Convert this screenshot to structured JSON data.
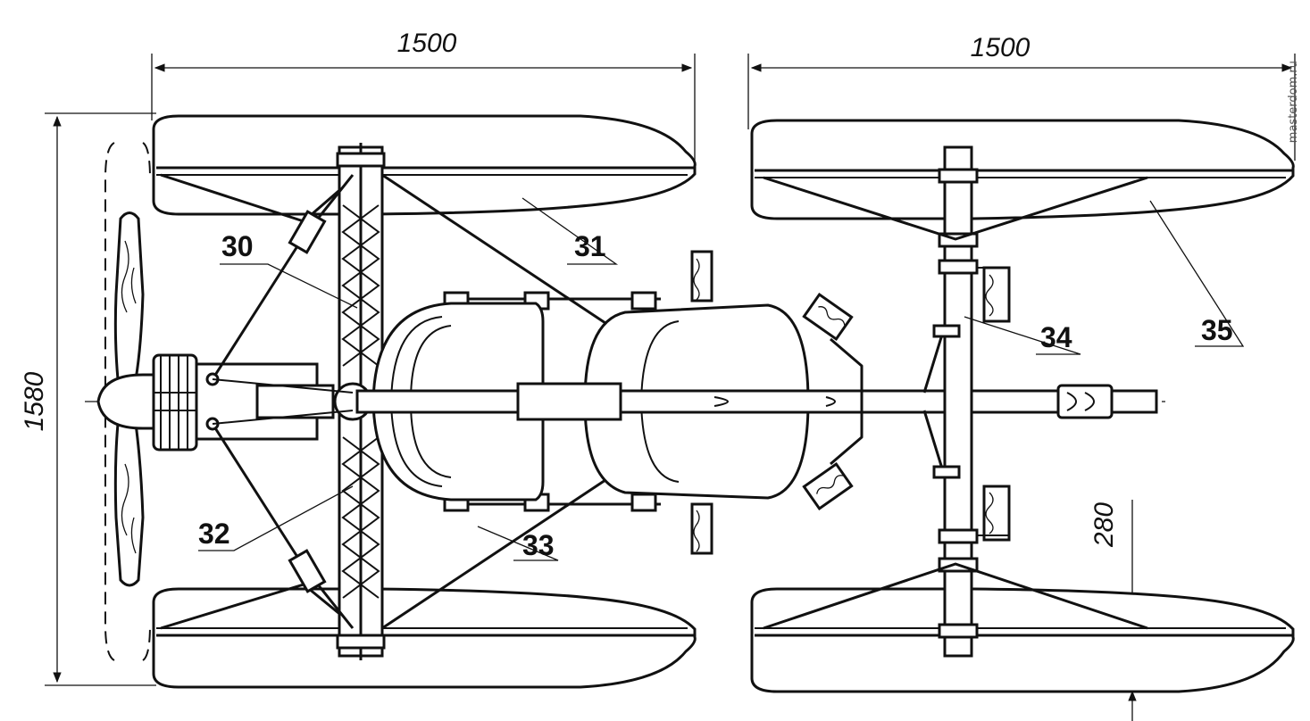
{
  "dimensions": {
    "left_width": "1500",
    "right_width": "1500",
    "overall_height": "1580",
    "float_offset": "280"
  },
  "callouts": {
    "c30": "30",
    "c31": "31",
    "c32": "32",
    "c33": "33",
    "c34": "34",
    "c35": "35"
  },
  "watermark": "masterdom.ru"
}
